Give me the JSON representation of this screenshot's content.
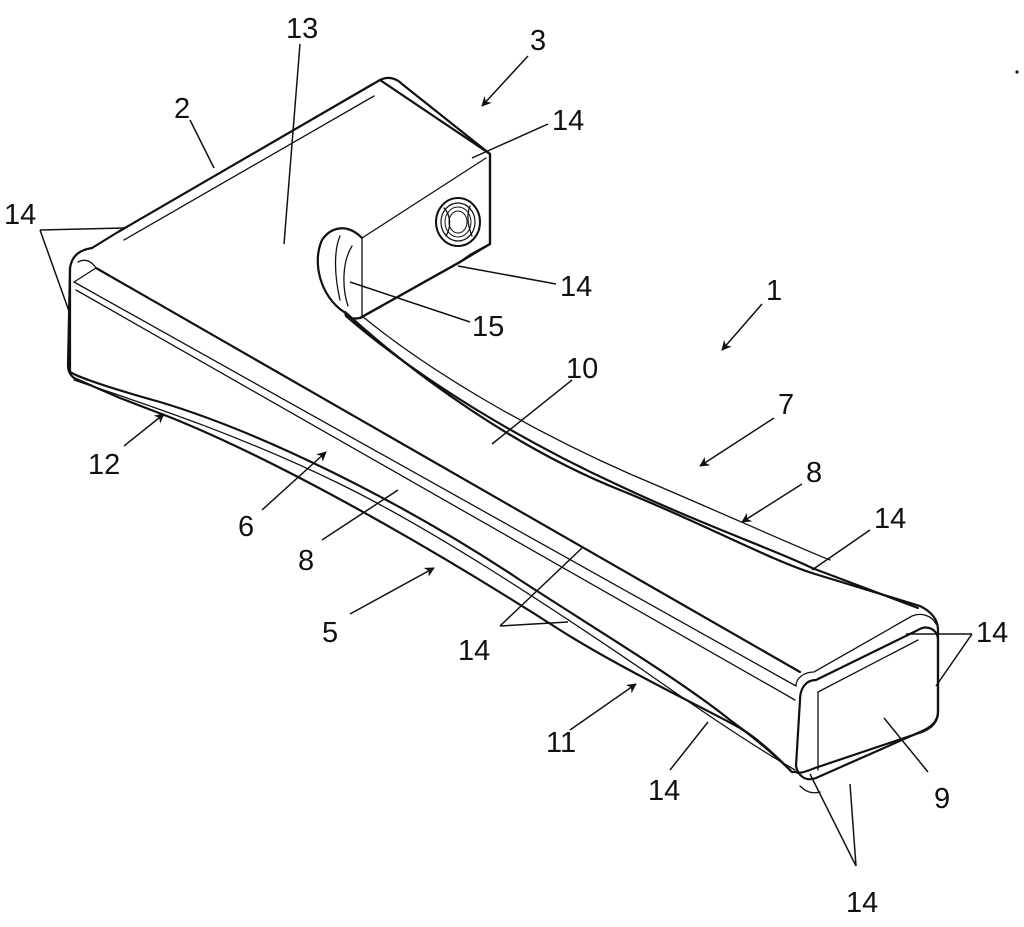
{
  "figure": {
    "labels": {
      "l1": "1",
      "l2": "2",
      "l3": "3",
      "l5": "5",
      "l6": "6",
      "l7": "7",
      "l8a": "8",
      "l8b": "8",
      "l9": "9",
      "l10": "10",
      "l11": "11",
      "l12": "12",
      "l13": "13",
      "l14a": "14",
      "l14b": "14",
      "l14c": "14",
      "l14d": "14",
      "l14e": "14",
      "l14f": "14",
      "l14g": "14",
      "l14h": "14",
      "l15": "15"
    }
  }
}
